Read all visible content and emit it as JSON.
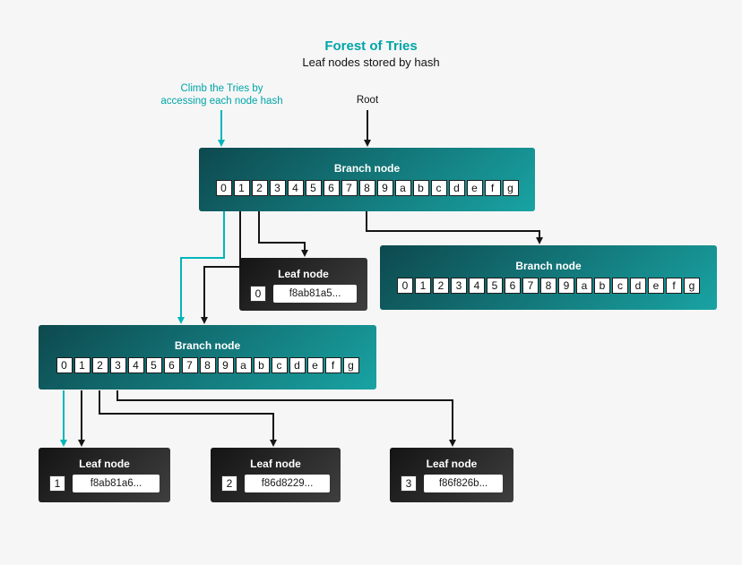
{
  "page": {
    "title": "Forest of Tries",
    "subtitle": "Leaf nodes stored by hash"
  },
  "annotations": {
    "climb_line1": "Climb the Tries by",
    "climb_line2": "accessing each node hash",
    "root_label": "Root"
  },
  "colors": {
    "accent_teal": "#00a5a6",
    "arrow_teal": "#00b6b8",
    "arrow_black": "#151515",
    "branch_gradient_start": "#0d494e",
    "branch_gradient_end": "#19a3a3",
    "leaf_gradient_start": "#141414",
    "leaf_gradient_end": "#3f3f3f",
    "background": "#f6f6f7"
  },
  "hex_cells": [
    "0",
    "1",
    "2",
    "3",
    "4",
    "5",
    "6",
    "7",
    "8",
    "9",
    "a",
    "b",
    "c",
    "d",
    "e",
    "f",
    "g"
  ],
  "nodes": {
    "root_branch": {
      "label": "Branch node"
    },
    "right_branch": {
      "label": "Branch node"
    },
    "mid_branch": {
      "label": "Branch node"
    },
    "leaf_0": {
      "label": "Leaf node",
      "index": "0",
      "hash": "f8ab81a5..."
    },
    "leaf_1": {
      "label": "Leaf node",
      "index": "1",
      "hash": "f8ab81a6..."
    },
    "leaf_2": {
      "label": "Leaf node",
      "index": "2",
      "hash": "f86d8229..."
    },
    "leaf_3": {
      "label": "Leaf node",
      "index": "3",
      "hash": "f86f826b..."
    }
  },
  "edges": [
    {
      "name": "climb-annotation-arrow",
      "from": "climb-label",
      "to": "root-branch-node",
      "color": "teal"
    },
    {
      "name": "root-annotation-arrow",
      "from": "root-label",
      "to": "root-branch-node",
      "color": "black"
    },
    {
      "name": "root-cell0-to-mid-branch",
      "from": "root-branch cell 0",
      "to": "mid-branch-node",
      "color": "teal"
    },
    {
      "name": "root-cell1-to-mid-branch",
      "from": "root-branch cell 1",
      "to": "mid-branch-node",
      "color": "black"
    },
    {
      "name": "root-cell2-to-leaf-0",
      "from": "root-branch cell 2",
      "to": "leaf-node-0",
      "color": "black"
    },
    {
      "name": "root-cell8-to-right-branch",
      "from": "root-branch cell 8",
      "to": "right-branch-node",
      "color": "black"
    },
    {
      "name": "mid-cell0-to-leaf-1",
      "from": "mid-branch cell 0",
      "to": "leaf-node-1",
      "color": "teal"
    },
    {
      "name": "mid-cell1-to-leaf-1",
      "from": "mid-branch cell 1",
      "to": "leaf-node-1",
      "color": "black"
    },
    {
      "name": "mid-cell2-to-leaf-2",
      "from": "mid-branch cell 2",
      "to": "leaf-node-2",
      "color": "black"
    },
    {
      "name": "mid-cell3-to-leaf-3",
      "from": "mid-branch cell 3",
      "to": "leaf-node-3",
      "color": "black"
    }
  ]
}
